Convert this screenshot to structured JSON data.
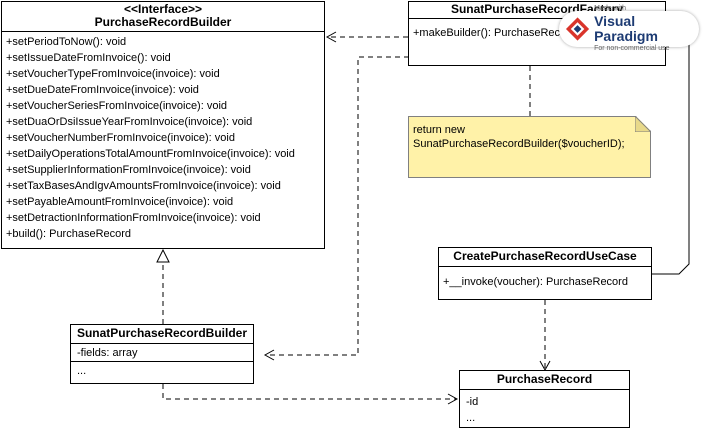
{
  "purchase_record_builder": {
    "stereotype": "<<Interface>>",
    "name": "PurchaseRecordBuilder",
    "methods": [
      "+setPeriodToNow(): void",
      "+setIssueDateFromInvoice(): void",
      "+setVoucherTypeFromInvoice(invoice): void",
      "+setDueDateFromInvoice(invoice): void",
      "+setVoucherSeriesFromInvoice(invoice): void",
      "+setDuaOrDsiIssueYearFromInvoice(invoice): void",
      "+setVoucherNumberFromInvoice(invoice): void",
      "+setDailyOperationsTotalAmountFromInvoice(invoice): void",
      "+setSupplierInformationFromInvoice(invoice): void",
      "+setTaxBasesAndIgvAmountsFromInvoice(invoice): void",
      "+setPayableAmountFromInvoice(invoice): void",
      "+setDetractionInformationFromInvoice(invoice): void",
      "+build(): PurchaseRecord"
    ]
  },
  "factory": {
    "name": "SunatPurchaseRecordFactory",
    "methods": [
      "+makeBuilder(): PurchaseRecordBuilder"
    ]
  },
  "note": {
    "lines": [
      "return new",
      "SunatPurchaseRecordBuilder($voucherID);"
    ]
  },
  "use_case": {
    "name": "CreatePurchaseRecordUseCase",
    "methods": [
      "+__invoke(voucher): PurchaseRecord"
    ]
  },
  "sunat_builder": {
    "name": "SunatPurchaseRecordBuilder",
    "attributes": [
      "-fields: array"
    ],
    "extra": [
      "..."
    ]
  },
  "purchase_record": {
    "name": "PurchaseRecord",
    "attributes": [
      "-id",
      "..."
    ]
  },
  "watermark": {
    "made_with": "Made with",
    "brand": "Visual Paradigm",
    "license": "For non-commercial use"
  },
  "colors": {
    "note_fill": "#fff2a8",
    "watermark_brand": "#1d3b73"
  }
}
